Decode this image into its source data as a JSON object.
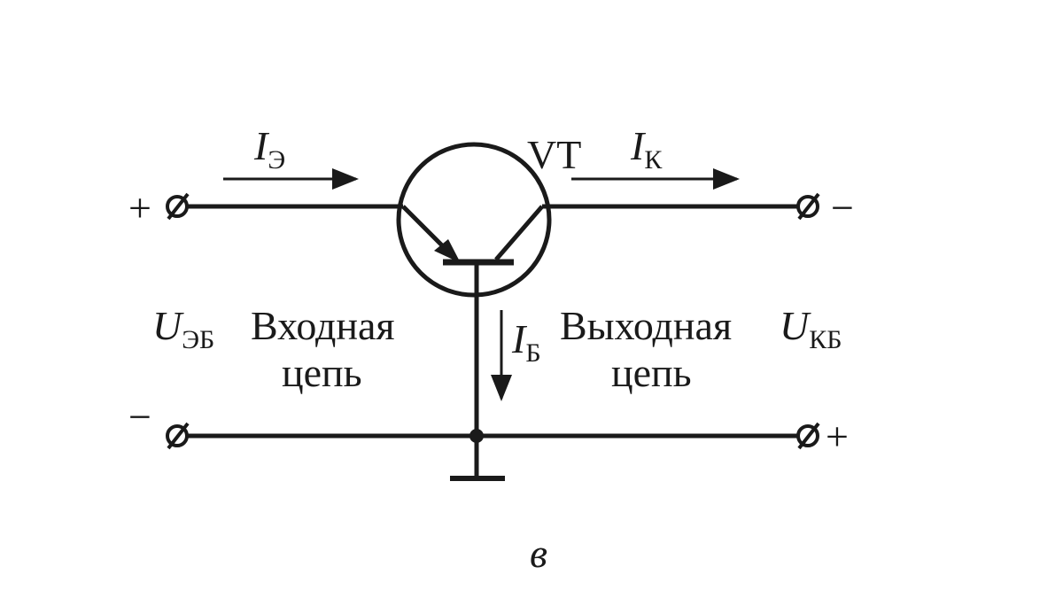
{
  "diagram": {
    "transistor_label": "VT",
    "emitter_current": {
      "symbol": "I",
      "subscript": "Э"
    },
    "collector_current": {
      "symbol": "I",
      "subscript": "К"
    },
    "base_current": {
      "symbol": "I",
      "subscript": "Б"
    },
    "input_voltage": {
      "symbol": "U",
      "subscript": "ЭБ"
    },
    "output_voltage": {
      "symbol": "U",
      "subscript": "КБ"
    },
    "input_circuit": {
      "line1": "Входная",
      "line2": "цепь"
    },
    "output_circuit": {
      "line1": "Выходная",
      "line2": "цепь"
    },
    "terminal_signs": {
      "input_top": "+",
      "input_bottom": "−",
      "output_top": "−",
      "output_bottom": "+"
    },
    "caption": "в"
  },
  "colors": {
    "line": "#1a1a1a",
    "background": "#ffffff"
  }
}
